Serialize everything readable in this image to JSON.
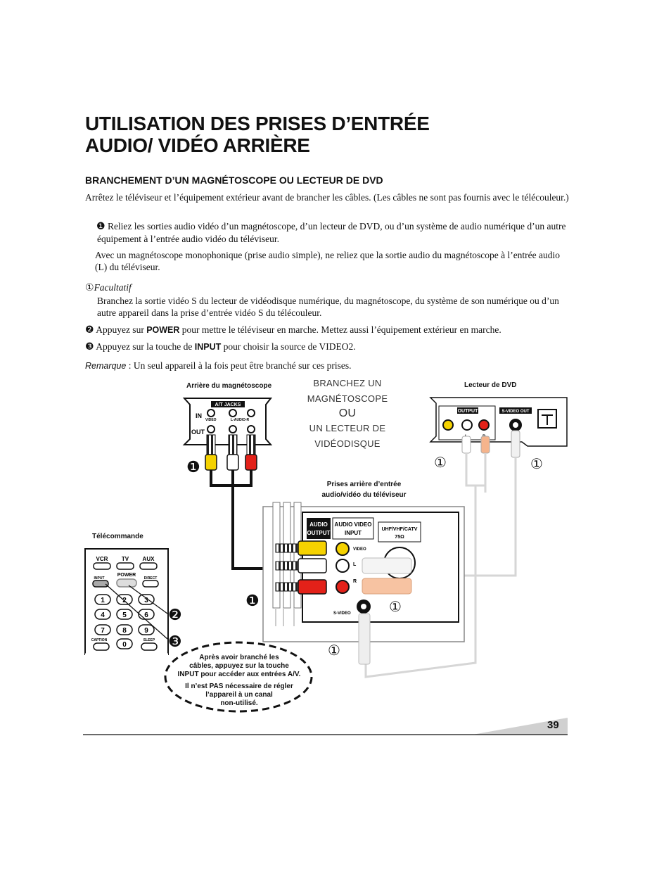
{
  "title": [
    "UTILISATION DES PRISES D’ENTRÉE",
    "AUDIO/ VIDÉO ARRIÈRE"
  ],
  "subtitle": "BRANCHEMENT D’UN MAGNÉTOSCOPE OU LECTEUR DE DVD",
  "intro": "Arrêtez le téléviseur et l’équipement extérieur avant de brancher les câbles. (Les câbles ne sont pas fournis avec le télécouleur.)",
  "step1": {
    "marker": "❶",
    "text": "Reliez les sorties audio vidéo d’un magnétoscope, d’un lecteur de DVD, ou d’un système de audio numérique d’un autre équipement à l’entrée audio vidéo du téléviseur."
  },
  "mono": "Avec un magnétoscope monophonique (prise audio simple), ne reliez que la sortie audio du magnétoscope à l’entrée audio (L) du téléviseur.",
  "optional": {
    "marker": "①",
    "label": "Facultatif",
    "text": "Branchez la sortie vidéo S du lecteur de vidéodisque numérique, du magnétoscope, du système de son numérique ou d’un autre appareil dans la prise d’entrée vidéo S du télécouleur."
  },
  "step2": {
    "marker": "❷",
    "before": "Appuyez sur",
    "key": "POWER",
    "after": "pour mettre le téléviseur en marche. Mettez aussi l’équipement extérieur en marche."
  },
  "step3": {
    "marker": "❸",
    "before": "Appuyez sur la touche de",
    "key": "INPUT",
    "after": "pour choisir la source de VIDEO2."
  },
  "note": {
    "label": "Remarque",
    "text": ": Un seul appareil à la fois peut être branché sur ces prises."
  },
  "diagram": {
    "vcr_label": "Arrière du magnétoscope",
    "dvd_label": "Lecteur de DVD",
    "connect_lines": [
      "BRANCHEZ UN",
      "MAGNÉTOSCOPE",
      "OU",
      "UN LECTEUR DE",
      "VIDÉODISQUE"
    ],
    "tv_label": [
      "Prises arrière d’entrée",
      "audio/vidéo du téléviseur"
    ],
    "remote_label": "Télécommande",
    "vcr_panel": {
      "header": "A/T JACKS",
      "in": "IN",
      "out": "OUT",
      "video": "VIDEO",
      "audio": "L-AUDIO-R"
    },
    "dvd_panel": {
      "output": "OUTPUT",
      "svideo": "S-VIDEO OUT",
      "l": "L",
      "r": "R"
    },
    "tv_panel": {
      "audio_output": [
        "AUDIO",
        "OUTPUT"
      ],
      "av_input": [
        "AUDIO VIDEO",
        "INPUT"
      ],
      "antenna": [
        "UHF/VHF/CATV",
        "75Ω"
      ],
      "video": "VIDEO",
      "l": "L",
      "r": "R",
      "svideo": "S-VIDEO"
    },
    "remote": {
      "vcr": "VCR",
      "tv": "TV",
      "aux": "AUX",
      "input": "INPUT",
      "power": "POWER",
      "direct": "DIRECT",
      "caption": "CAPTION",
      "sleep": "SLEEP"
    },
    "remote_keys": [
      "1",
      "2",
      "3",
      "4",
      "5",
      "6",
      "7",
      "8",
      "9",
      "0"
    ],
    "markers": {
      "one": "❶",
      "two": "❷",
      "three": "❸",
      "opt": "①"
    },
    "bubble": [
      "Après avoir branché les",
      "câbles, appuyez sur la touche",
      "INPUT pour accéder aux entrées A/V.",
      "Il n’est PAS nécessaire de régler",
      "l’appareil à un canal",
      "non-utilisé."
    ]
  },
  "page_number": "39"
}
